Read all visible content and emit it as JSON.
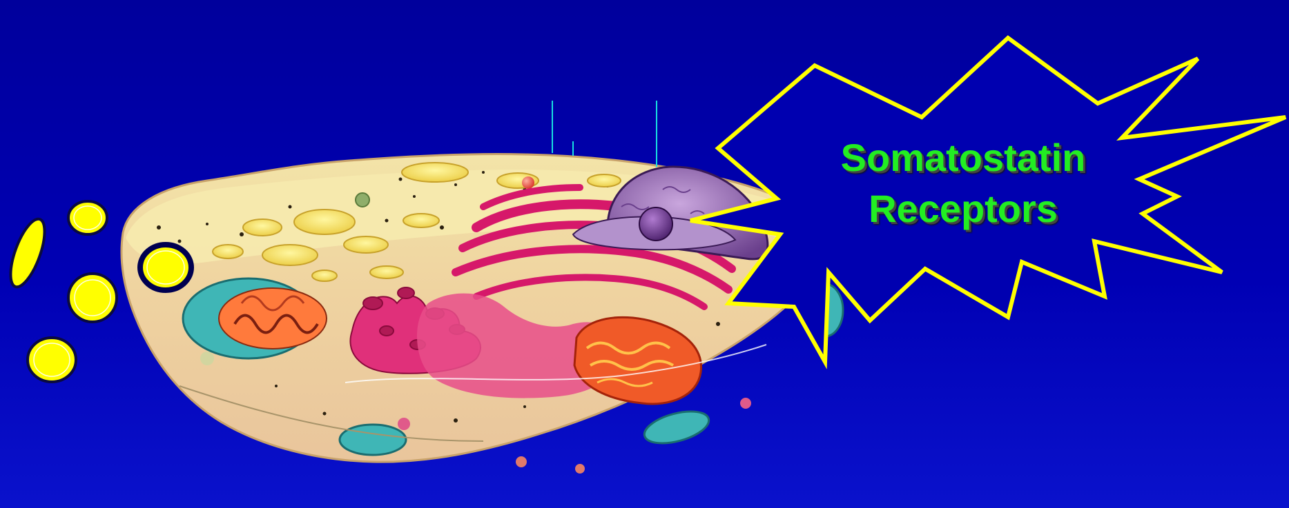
{
  "callout": {
    "line1": "Somatostatin",
    "line2": "Receptors"
  },
  "colors": {
    "background": "#0000b0",
    "callout_outline": "#ffff00",
    "callout_text": "#22ee22",
    "granule_fill": "#ffff00",
    "receptor": "#1f3cff"
  },
  "icons": [
    "cell-cross-section-illustration",
    "secretory-granule",
    "receptor-icon",
    "starburst-callout"
  ]
}
